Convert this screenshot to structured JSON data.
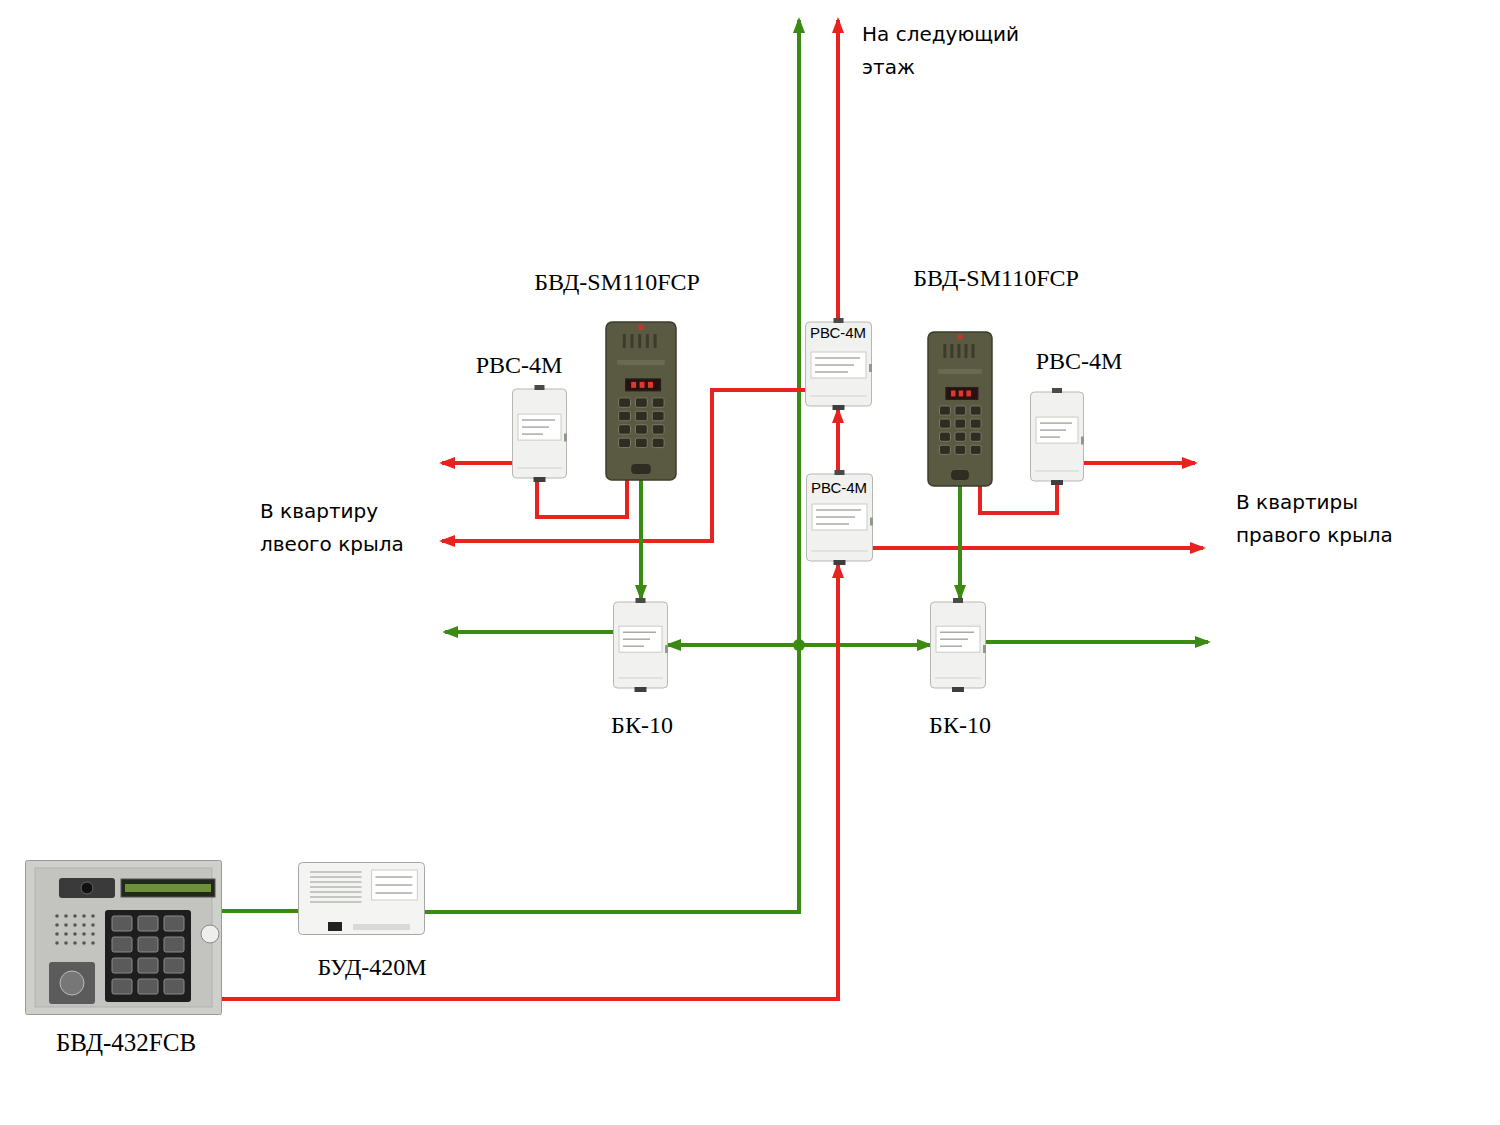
{
  "diagram": {
    "nodes": [
      {
        "text": [
          "БВД-SM110FCP"
        ]
      },
      {
        "text": [
          "РВС-4М"
        ]
      },
      {
        "text": [
          "РВС-4М"
        ]
      },
      {
        "text": [
          "БВД-SM110FCP"
        ]
      },
      {
        "text": [
          "РВС-4М"
        ]
      },
      {
        "text": [
          "РВС-4М"
        ]
      },
      {
        "text": [
          "БК-10"
        ]
      },
      {
        "text": [
          "БК-10"
        ]
      },
      {
        "text": [
          "БВД-432FCB"
        ]
      },
      {
        "text": [
          "БУД-420М"
        ]
      }
    ],
    "edges": [
      {
        "from": 8,
        "to": 9,
        "arrow": "none"
      },
      {
        "from": 9,
        "to": 6,
        "arrow": "to"
      },
      {
        "from": 9,
        "to": 7,
        "arrow": "to"
      },
      {
        "from": 0,
        "to": 6,
        "arrow": "to"
      },
      {
        "from": 3,
        "to": 7,
        "arrow": "to"
      },
      {
        "from": 8,
        "to": 5,
        "arrow": "to"
      },
      {
        "from": 5,
        "to": 2,
        "arrow": "to"
      },
      {
        "from": 0,
        "to": 1,
        "arrow": "none"
      },
      {
        "from": 3,
        "to": 4,
        "arrow": "none"
      }
    ],
    "labels": [
      "На следующий этаж",
      "В квартиру лвеого крыла",
      "В квартиры правого крыла"
    ]
  }
}
